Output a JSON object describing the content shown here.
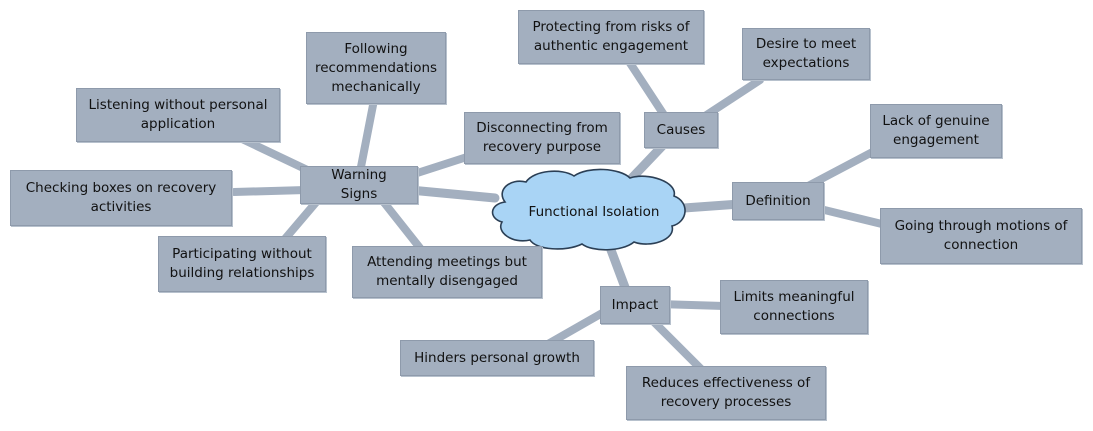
{
  "center": {
    "label": "Functional Isolation"
  },
  "branches": {
    "causes": {
      "label": "Causes",
      "children": [
        "Protecting from risks of authentic engagement",
        "Desire to meet expectations"
      ]
    },
    "definition": {
      "label": "Definition",
      "children": [
        "Lack of genuine engagement",
        "Going through motions of connection"
      ]
    },
    "impact": {
      "label": "Impact",
      "children": [
        "Limits meaningful connections",
        "Reduces effectiveness of recovery processes",
        "Hinders personal growth"
      ]
    },
    "warning_signs": {
      "label": "Warning Signs",
      "children": [
        "Following recommendations mechanically",
        "Listening without personal application",
        "Disconnecting from recovery purpose",
        "Checking boxes on recovery activities",
        "Participating without building relationships",
        "Attending meetings but mentally disengaged"
      ]
    }
  },
  "colors": {
    "node_fill": "#a3afbf",
    "connector": "#a3afbf",
    "cloud_fill": "#a9d4f5",
    "cloud_stroke": "#2b3f55"
  }
}
